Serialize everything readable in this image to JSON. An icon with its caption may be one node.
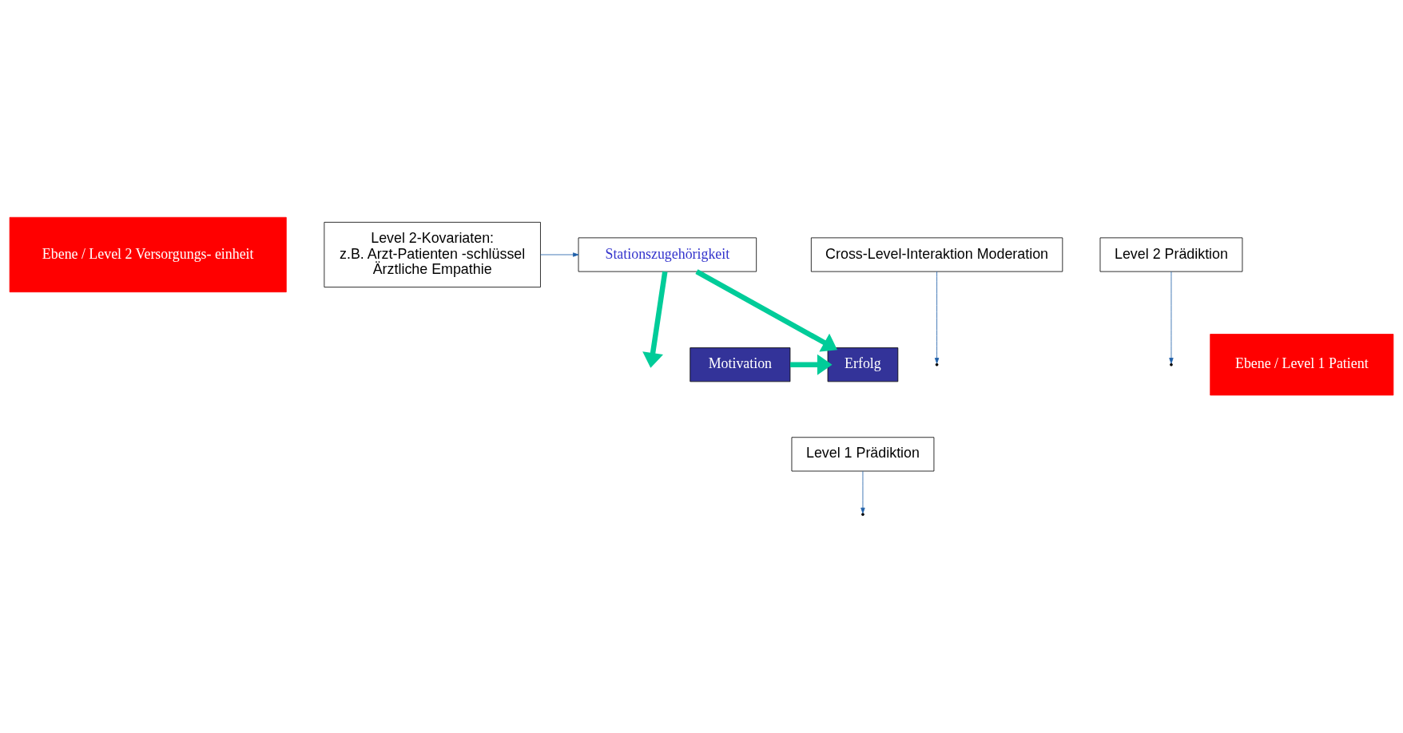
{
  "diagram": {
    "nodes": [
      {
        "text": [
          "Ebene / Level 2 Versorgungs- einheit"
        ]
      },
      {
        "text": [
          "Stationszugehörigkeit"
        ]
      },
      {
        "text": [
          "Level 2-Kovariaten:",
          "z.B. Arzt-Patienten -schlüssel",
          "Ärztliche Empathie"
        ]
      },
      {
        "text": [
          "Cross-Level-Interaktion Moderation"
        ]
      },
      {
        "text": [
          "Level 2 Prädiktion"
        ]
      },
      {
        "text": [
          "Ebene / Level 1 Patient"
        ]
      },
      {
        "text": [
          "Motivation"
        ]
      },
      {
        "text": [
          "Erfolg"
        ]
      },
      {
        "text": [
          "Level 1 Prädiktion"
        ]
      }
    ],
    "edges": [
      {
        "from": 2,
        "to": 1,
        "arrow": "to"
      },
      {
        "from": 1,
        "to": null,
        "arrow": "to",
        "style": "thick",
        "color": "#00cc99"
      },
      {
        "from": 1,
        "to": 7,
        "arrow": "to",
        "style": "thick",
        "color": "#00cc99"
      },
      {
        "from": 4,
        "to": null,
        "arrow": "to"
      },
      {
        "from": 3,
        "to": null,
        "arrow": "to"
      },
      {
        "from": 6,
        "to": 7,
        "arrow": "to",
        "style": "thick",
        "color": "#00cc99"
      },
      {
        "from": 8,
        "to": null,
        "arrow": "to"
      }
    ]
  }
}
